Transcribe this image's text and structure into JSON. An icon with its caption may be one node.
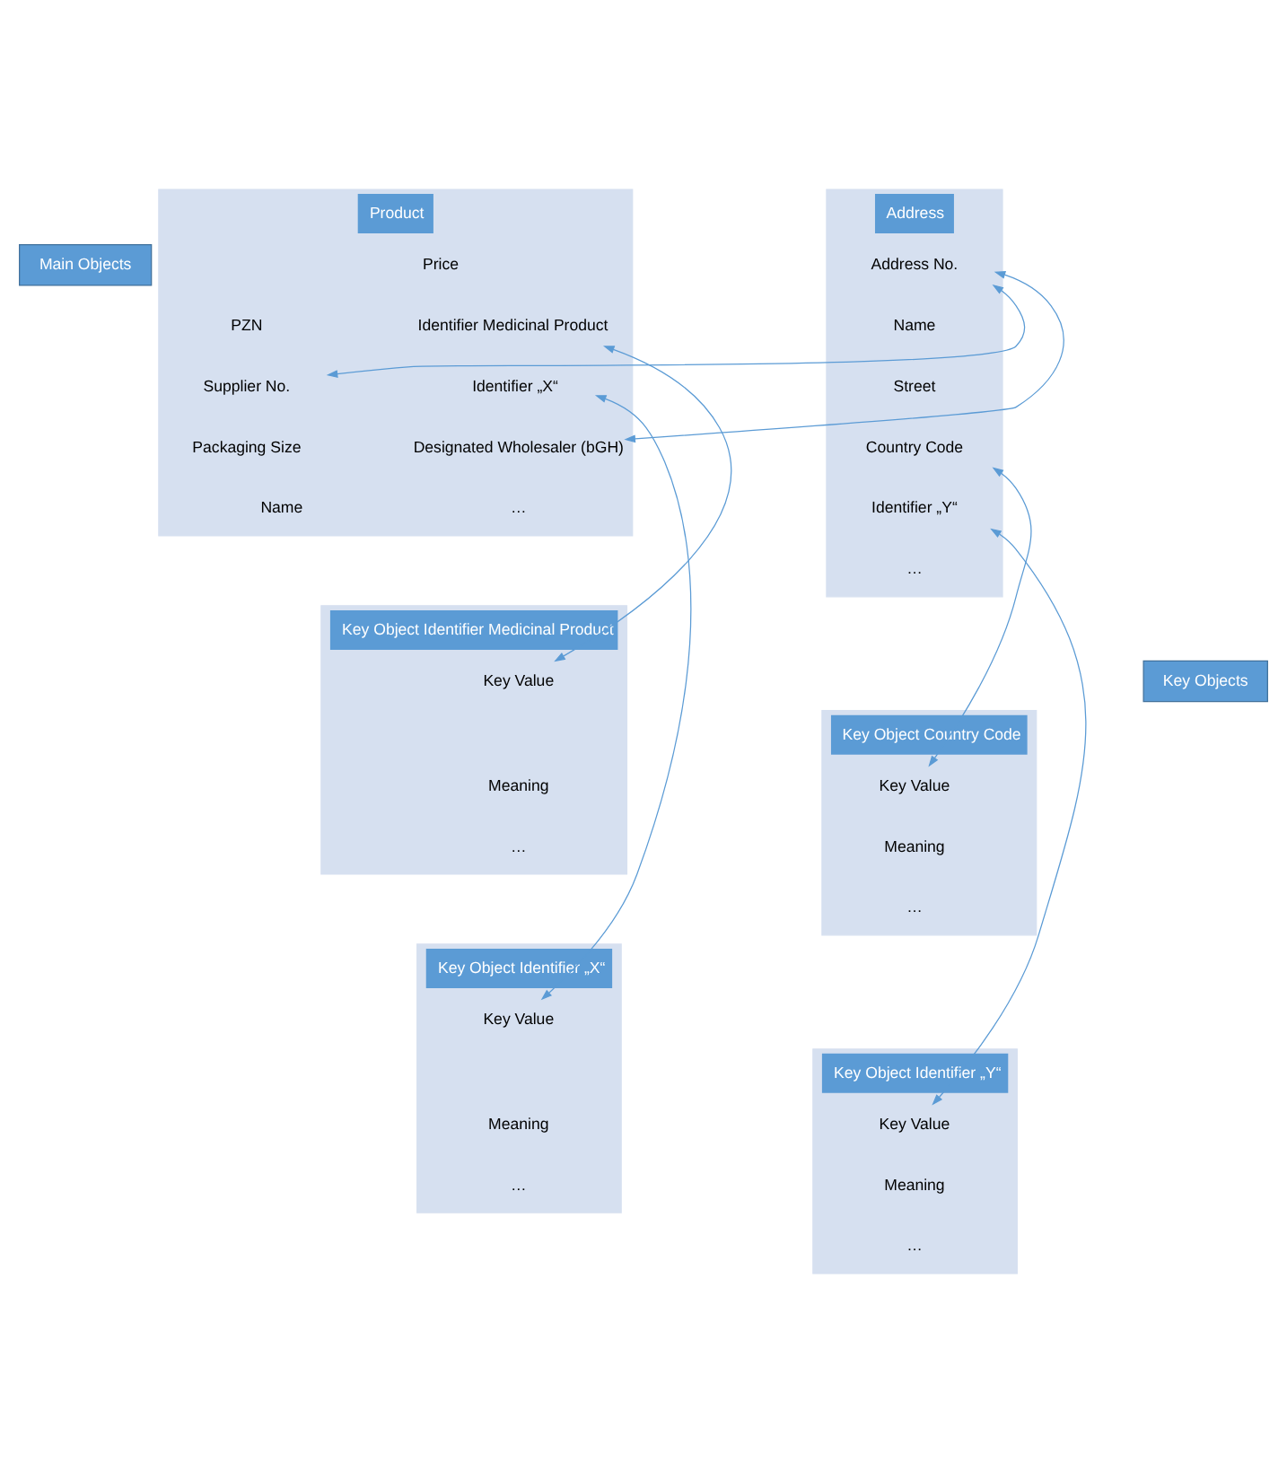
{
  "diagram": {
    "nodes": [
      {
        "text": [
          "Product"
        ]
      },
      {
        "text": [
          "PZN"
        ],
        "in": 0
      },
      {
        "text": [
          "Supplier No."
        ],
        "in": 0
      },
      {
        "text": [
          "Packaging Size"
        ],
        "in": 0
      },
      {
        "text": [
          "Name"
        ],
        "in": 0
      },
      {
        "text": [
          "Price"
        ],
        "in": 0
      },
      {
        "text": [
          "Identifier Medicinal Product"
        ],
        "in": 0
      },
      {
        "text": [
          "Identifier „X“"
        ],
        "in": 0
      },
      {
        "text": [
          "Designated Wholesaler (bGH)"
        ],
        "in": 0
      },
      {
        "text": [
          "…"
        ],
        "in": 0
      },
      {
        "text": [
          "Address"
        ]
      },
      {
        "text": [
          "Address No."
        ],
        "in": 10
      },
      {
        "text": [
          "Name"
        ],
        "in": 10
      },
      {
        "text": [
          "Street"
        ],
        "in": 10
      },
      {
        "text": [
          "Country Code"
        ],
        "in": 10
      },
      {
        "text": [
          "Identifier „Y“"
        ],
        "in": 10
      },
      {
        "text": [
          "…"
        ],
        "in": 10
      },
      {
        "text": [
          "Main Objects"
        ]
      },
      {
        "text": [
          "Key Objects"
        ]
      },
      {
        "text": [
          "Key Object Identifier Medicinal Product"
        ]
      },
      {
        "text": [
          "Key Value"
        ],
        "in": 19
      },
      {
        "text": [
          "Meaning"
        ],
        "in": 19
      },
      {
        "text": [
          "…"
        ],
        "in": 19
      },
      {
        "text": [
          "Key Object Country Code"
        ]
      },
      {
        "text": [
          "Key Value"
        ],
        "in": 23
      },
      {
        "text": [
          "Meaning"
        ],
        "in": 23
      },
      {
        "text": [
          "…"
        ],
        "in": 23
      },
      {
        "text": [
          "Key Object Identifier „X“"
        ]
      },
      {
        "text": [
          "Key Value"
        ],
        "in": 27
      },
      {
        "text": [
          "Meaning"
        ],
        "in": 27
      },
      {
        "text": [
          "…"
        ],
        "in": 27
      },
      {
        "text": [
          "Key Object Identifier „Y“"
        ]
      },
      {
        "text": [
          "Key Value"
        ],
        "in": 31
      },
      {
        "text": [
          "Meaning"
        ],
        "in": 31
      },
      {
        "text": [
          "…"
        ],
        "in": 31
      }
    ],
    "edges": [
      {
        "from": 2,
        "to": 11,
        "arrow": "both"
      },
      {
        "from": 8,
        "to": 11,
        "arrow": "both"
      },
      {
        "from": 6,
        "to": 20,
        "arrow": "both"
      },
      {
        "from": 7,
        "to": 28,
        "arrow": "both"
      },
      {
        "from": 14,
        "to": 24,
        "arrow": "both"
      },
      {
        "from": 15,
        "to": 32,
        "arrow": "both"
      }
    ]
  }
}
